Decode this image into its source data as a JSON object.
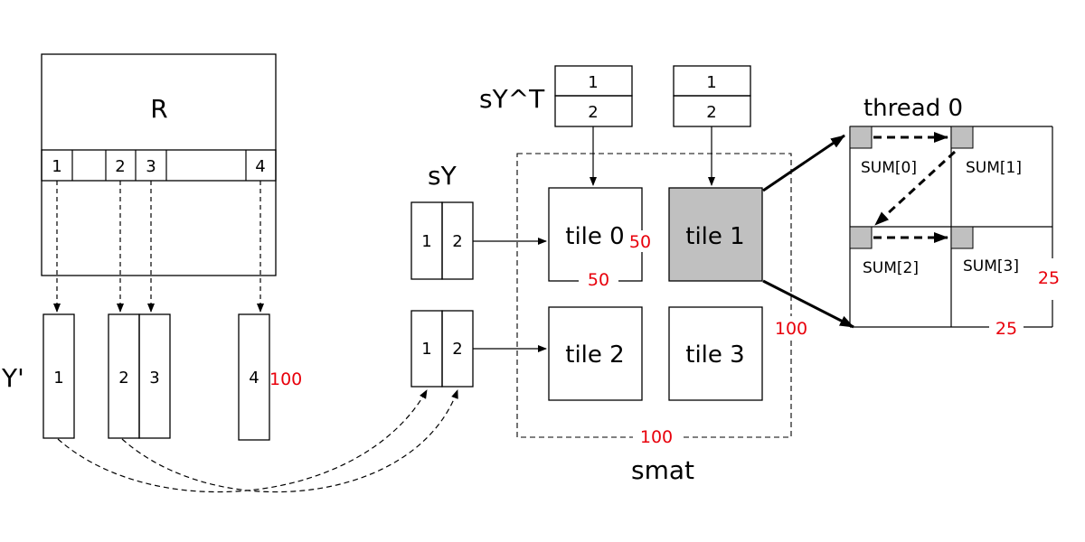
{
  "colors": {
    "dimension_label": "#e8000b",
    "highlight_fill": "#c0c0c0",
    "stroke": "#000000"
  },
  "R": {
    "title": "R",
    "columns": [
      "1",
      "2",
      "3",
      "4"
    ]
  },
  "Y_prime": {
    "label": "Y'",
    "columns": [
      "1",
      "2",
      "3",
      "4"
    ],
    "height_label": "100"
  },
  "sY": {
    "label": "sY",
    "blocks": [
      {
        "cells": [
          "1",
          "2"
        ]
      },
      {
        "cells": [
          "1",
          "2"
        ]
      }
    ]
  },
  "sYT": {
    "label": "sY^T",
    "blocks": [
      {
        "cells": [
          "1",
          "2"
        ]
      },
      {
        "cells": [
          "1",
          "2"
        ]
      }
    ]
  },
  "smat": {
    "label": "smat",
    "tiles": [
      "tile 0",
      "tile 1",
      "tile 2",
      "tile 3"
    ],
    "tile_width_label": "50",
    "tile_height_label": "50",
    "width_label": "100",
    "height_label": "100"
  },
  "thread": {
    "label": "thread 0",
    "sums": [
      "SUM[0]",
      "SUM[1]",
      "SUM[2]",
      "SUM[3]"
    ],
    "width_label": "25",
    "height_label": "25"
  }
}
